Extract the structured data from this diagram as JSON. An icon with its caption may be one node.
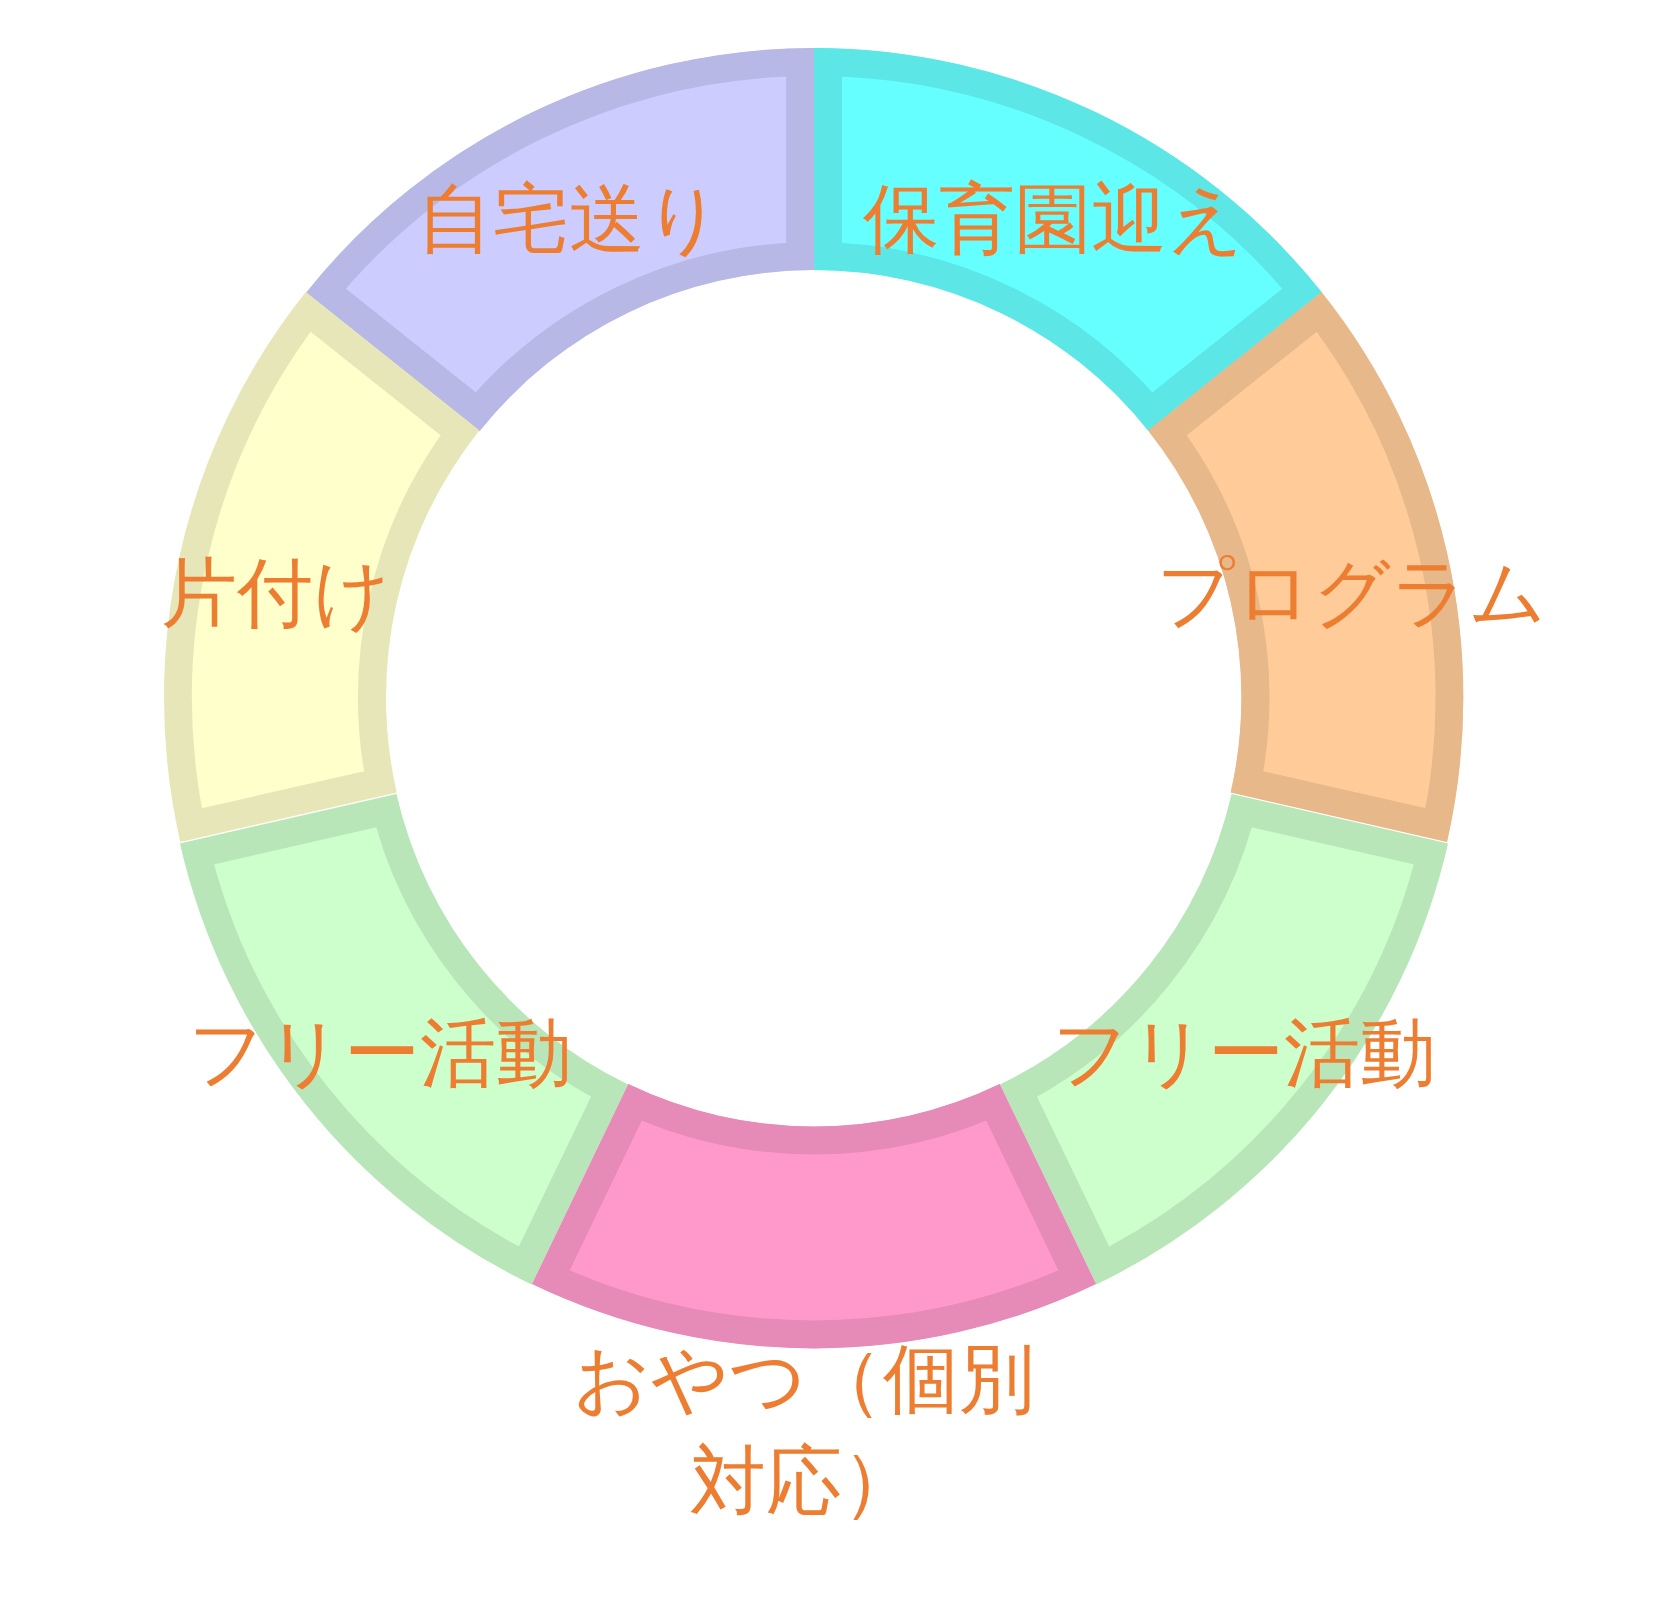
{
  "diagram": {
    "nodes": [
      {
        "text": [
          "自宅送り"
        ]
      },
      {
        "text": [
          "保育園迎え"
        ]
      },
      {
        "text": [
          "片付け"
        ]
      },
      {
        "text": [
          "プログラム"
        ]
      },
      {
        "text": [
          "フリー活動"
        ]
      },
      {
        "text": [
          "フリー活動"
        ]
      },
      {
        "text": [
          "おやつ（個別対応）"
        ]
      }
    ]
  }
}
